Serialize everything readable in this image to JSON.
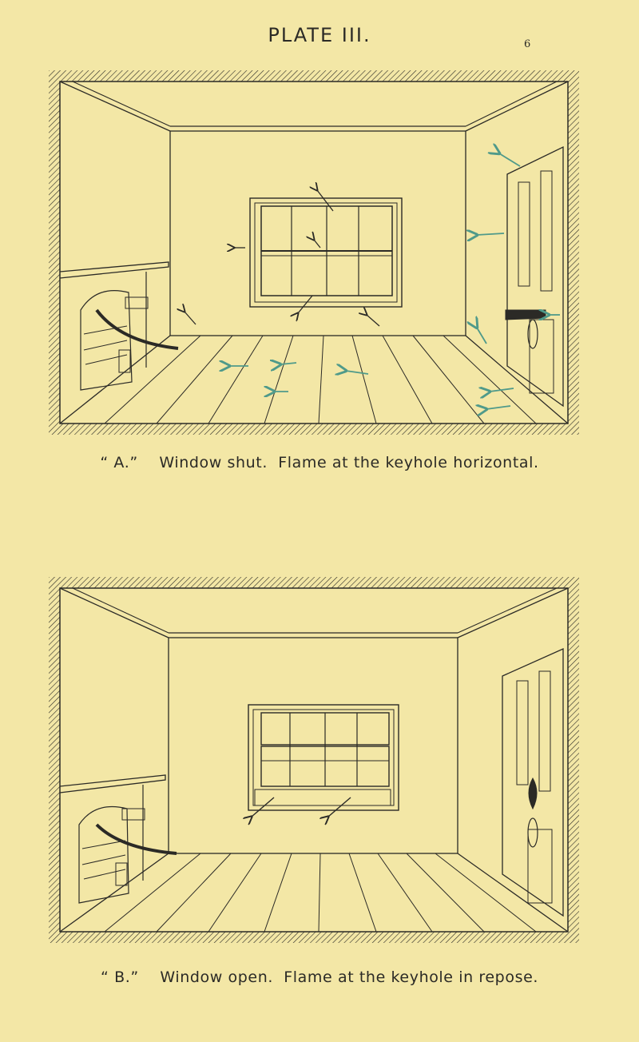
{
  "header": {
    "plate_title": "PLATE III.",
    "page_number": "6"
  },
  "figures": [
    {
      "label": "“ A.”",
      "caption": "Window shut.  Flame at the keyhole horizontal."
    },
    {
      "label": "“ B.”",
      "caption": "Window open.  Flame at the keyhole in repose."
    }
  ],
  "colors": {
    "paper": "#f3e7a6",
    "ink": "#2b2a26",
    "arrow_teal": "#4f9a8a"
  }
}
